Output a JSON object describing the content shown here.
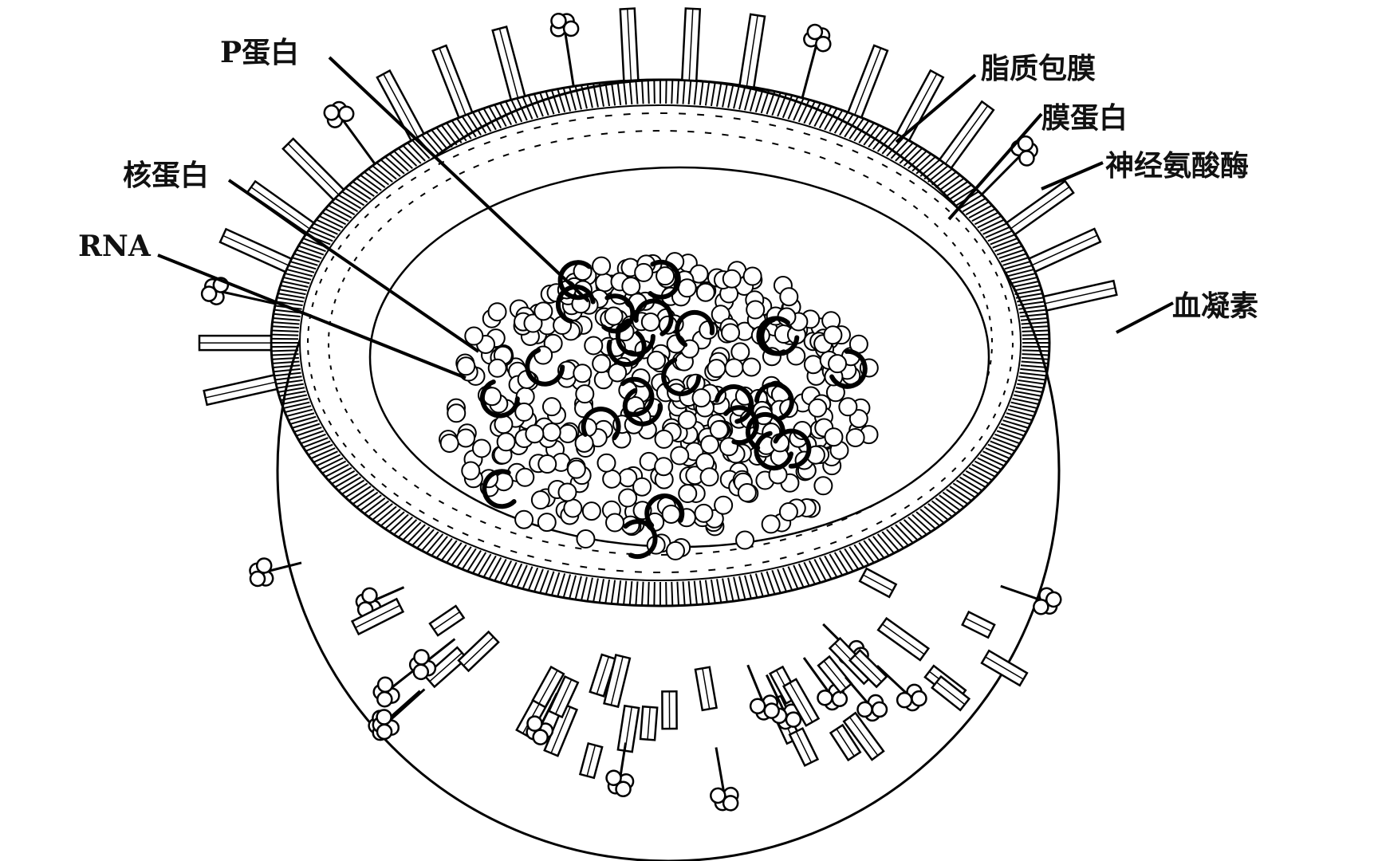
{
  "labels": {
    "p_protein": "P蛋白",
    "nucleoprotein": "核蛋白",
    "rna": "RNA",
    "lipid_envelope": "脂质包膜",
    "membrane_protein": "膜蛋白",
    "neuraminidase": "神经氨酸酶",
    "hemagglutinin": "血凝素"
  },
  "colors": {
    "line": "#000000",
    "background": "#ffffff"
  }
}
